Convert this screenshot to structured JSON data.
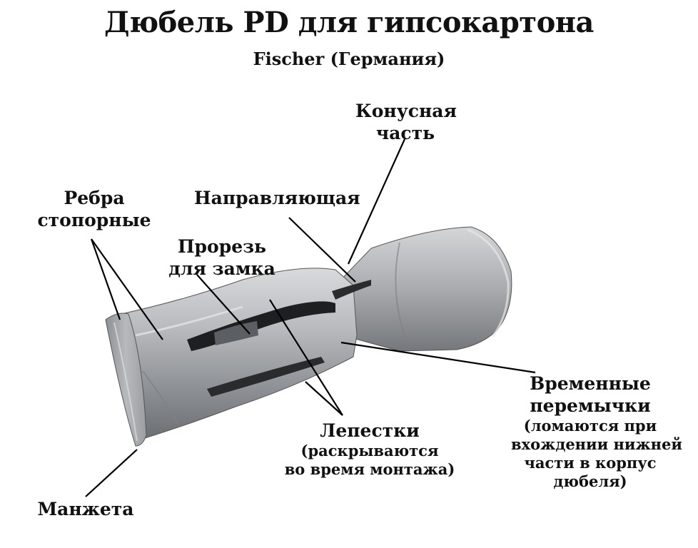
{
  "title": "Дюбель PD для гипсокартона",
  "subtitle": "Fischer (Германия)",
  "labels": {
    "cone": [
      "Конусная",
      "часть"
    ],
    "ribs": [
      "Ребра",
      "стопорные"
    ],
    "guide": "Направляющая",
    "slot": [
      "Прорезь",
      "для замка"
    ],
    "bridges": "Временные",
    "bridges_2": "перемычки",
    "bridges_note": [
      "(ломаются при",
      "вхождении нижней",
      "части в корпус",
      "дюбеля)"
    ],
    "petals": "Лепестки",
    "petals_note": [
      "(раскрываются",
      "во время монтажа)"
    ],
    "cuff": "Манжета"
  },
  "colors": {
    "body_light": "#c4c6c8",
    "body_mid": "#9a9c9f",
    "body_dark": "#6b6e72",
    "line": "#000000"
  }
}
